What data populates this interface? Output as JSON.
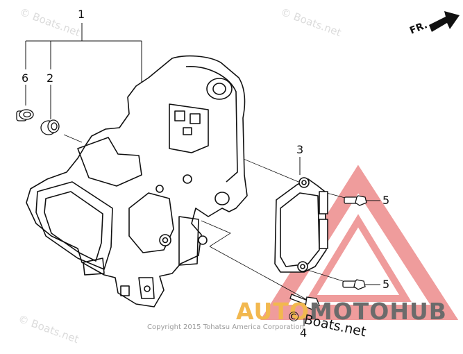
{
  "callouts": {
    "n1": "1",
    "n2": "2",
    "n3": "3",
    "n4": "4",
    "n5a": "5",
    "n5b": "5",
    "n6": "6"
  },
  "direction_label": "FR.",
  "watermark_text": "© Boats.net",
  "copyright": "Copyright 2015 Tohatsu America Corporation",
  "brand": {
    "part1": "AUTO",
    "part2": "MOTO",
    "part3": "HUB"
  },
  "boats_mark": "© Boats.net",
  "colors": {
    "line": "#111111",
    "triangle": "#e24b4b",
    "brand_orange": "#f2b84f",
    "brand_gray": "#6b6b6b",
    "watermark": "#dcdcdc"
  }
}
